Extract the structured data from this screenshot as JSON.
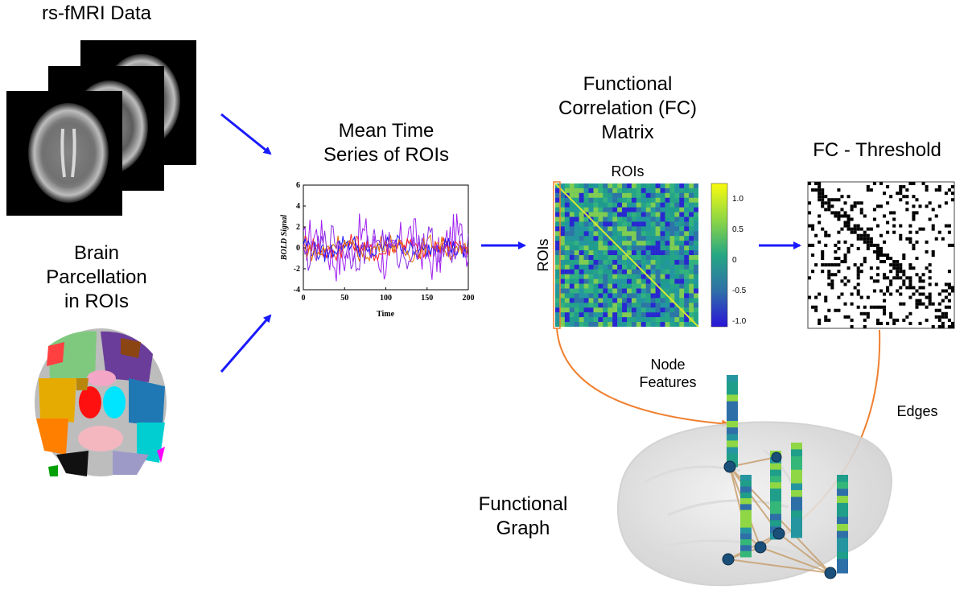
{
  "labels": {
    "rsfmri": "rs-fMRI Data",
    "parcellation": [
      "Brain",
      "Parcellation",
      "in ROIs"
    ],
    "meants": [
      "Mean Time",
      "Series of ROIs"
    ],
    "fcmatrix": [
      "Functional",
      "Correlation (FC)",
      "Matrix"
    ],
    "fcthreshold": "FC - Threshold",
    "matrix_top": "ROIs",
    "matrix_side": "ROIs",
    "node_features": [
      "Node",
      "Features"
    ],
    "edges": "Edges",
    "graph": [
      "Functional",
      "Graph"
    ]
  },
  "chart_data": {
    "type": "line",
    "xlabel": "Time",
    "ylabel": "BOLD Signal",
    "xlim": [
      0,
      200
    ],
    "ylim": [
      -4,
      6
    ],
    "xticks": [
      "0",
      "50",
      "100",
      "150",
      "200"
    ],
    "yticks": [
      "-4",
      "-2",
      "0",
      "2",
      "4",
      "6"
    ],
    "series": [
      {
        "color": "#a020f0"
      },
      {
        "color": "#ff2020"
      },
      {
        "color": "#1a1aff"
      },
      {
        "color": "#e07000"
      },
      {
        "color": "#8a2be2"
      }
    ]
  },
  "colorbar": {
    "ticks": [
      "1.0",
      "0.5",
      "0",
      "-0.5",
      "-1.0"
    ],
    "colors": [
      "#f9fb0e",
      "#35b779",
      "#1f9e89",
      "#31688e",
      "#3b1fd6"
    ]
  },
  "colors": {
    "arrow": "#1a1aff",
    "link": "#f08030"
  }
}
